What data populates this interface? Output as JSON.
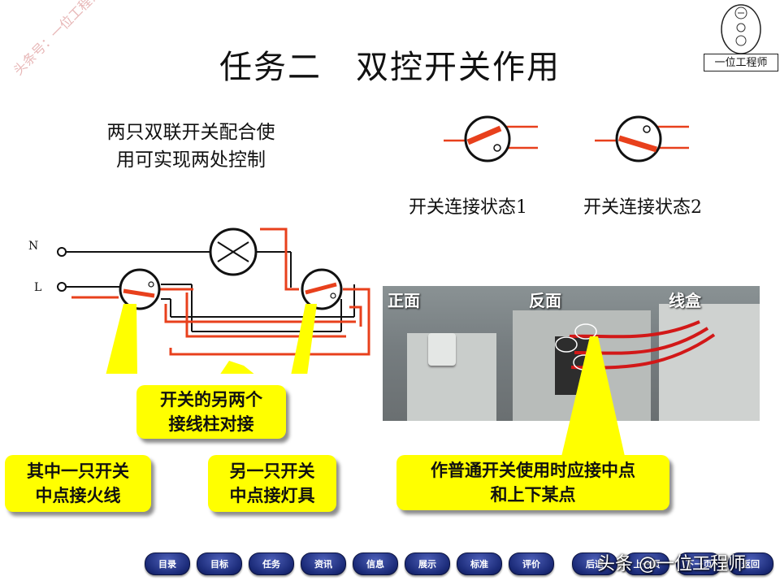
{
  "slide": {
    "title": "任务二　双控开关作用",
    "intro_line1": "两只双联开关配合使",
    "intro_line2": "用可实现两处控制",
    "state1_label": "开关连接状态1",
    "state2_label": "开关连接状态2"
  },
  "watermark": "头条号：一位工程师",
  "logo": {
    "text": "一位工程师"
  },
  "circuit": {
    "label_n": "N",
    "label_l": "L"
  },
  "photo": {
    "front_label": "正面",
    "back_label": "反面",
    "box_label": "线盒"
  },
  "callouts": {
    "other_terminals_line1": "开关的另两个",
    "other_terminals_line2": "接线柱对接",
    "fire_line1": "其中一只开关",
    "fire_line2": "中点接火线",
    "lamp_line1": "另一只开关",
    "lamp_line2": "中点接灯具",
    "normal_line1": "作普通开关使用时应接中点",
    "normal_line2": "和上下某点"
  },
  "nav": {
    "items": [
      "目录",
      "目标",
      "任务",
      "资讯",
      "信息",
      "展示",
      "标准",
      "评价",
      "后退",
      "上一页",
      "下一页",
      "返回"
    ]
  },
  "footer_watermark": "头条 @一位工程师",
  "colors": {
    "wire_red": "#e8401c",
    "callout_yellow": "#ffff00",
    "nav_blue": "#1c2c7a"
  }
}
